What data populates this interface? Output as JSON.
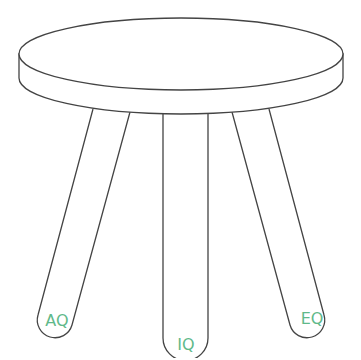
{
  "diagram": {
    "nodes": [
      {
        "text": [
          "AQ"
        ]
      },
      {
        "text": [
          "IQ"
        ]
      },
      {
        "text": [
          "EQ"
        ]
      }
    ]
  }
}
